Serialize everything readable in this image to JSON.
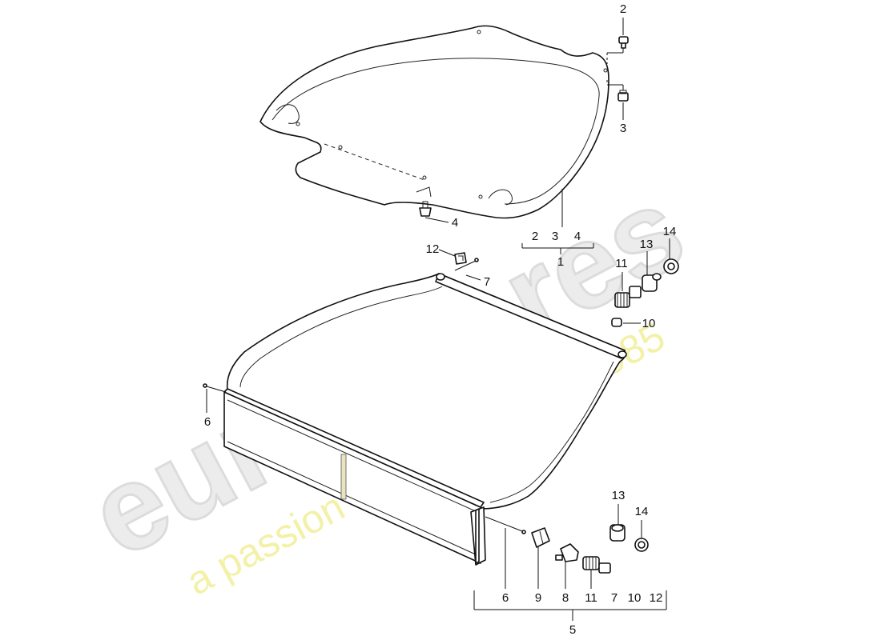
{
  "watermark": {
    "brand": "eurospares",
    "tagline": "a passion for parts since 1985"
  },
  "callouts": {
    "c2": "2",
    "c3": "3",
    "c4": "4",
    "g1_a": "2",
    "g1_b": "3",
    "g1_c": "4",
    "g1_total": "1",
    "c12": "12",
    "c7": "7",
    "c11": "11",
    "c13": "13",
    "c14": "14",
    "c10": "10",
    "c6": "6",
    "b13": "13",
    "b14": "14",
    "b6": "6",
    "b9": "9",
    "b8": "8",
    "b11": "11",
    "b7": "7",
    "b10": "10",
    "b12": "12",
    "g5_total": "5"
  }
}
